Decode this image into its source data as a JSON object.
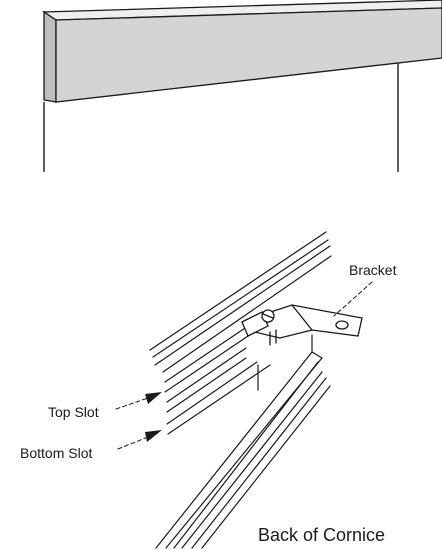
{
  "labels": {
    "bracket": "Bracket",
    "top_slot": "Top Slot",
    "bottom_slot": "Bottom Slot",
    "caption": "Back of Cornice"
  },
  "colors": {
    "line": "#1a1a1a",
    "cornice_fill": "#d4d4d4",
    "background": "#ffffff"
  }
}
